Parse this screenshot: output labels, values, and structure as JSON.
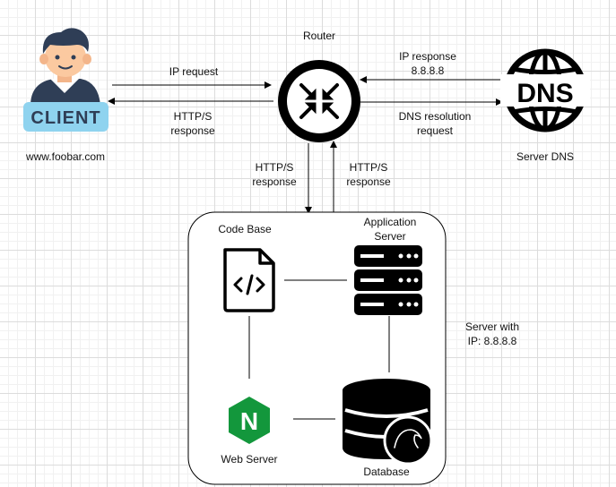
{
  "router": {
    "label": "Router"
  },
  "client": {
    "badge": "CLIENT",
    "domain": "www.foobar.com"
  },
  "dns": {
    "badge": "DNS",
    "label": "Server DNS"
  },
  "edges": {
    "ip_request": "IP request",
    "http_response_client": "HTTP/S\nresponse",
    "ip_response": "IP response\n8.8.8.8",
    "dns_resolution": "DNS resolution\nrequest",
    "http_response_down": "HTTP/S\nresponse",
    "http_response_up": "HTTP/S\nresponse"
  },
  "server": {
    "label": "Server with\nIP: 8.8.8.8",
    "code_base": "Code Base",
    "app_server": "Application\nServer",
    "web_server": "Web Server",
    "web_server_badge": "N",
    "database": "Database"
  },
  "colors": {
    "line": "#000000",
    "client_skin": "#fbc9a0",
    "client_hair": "#2f3e56",
    "client_badge": "#8fd3ef",
    "nginx_green": "#13973c"
  }
}
